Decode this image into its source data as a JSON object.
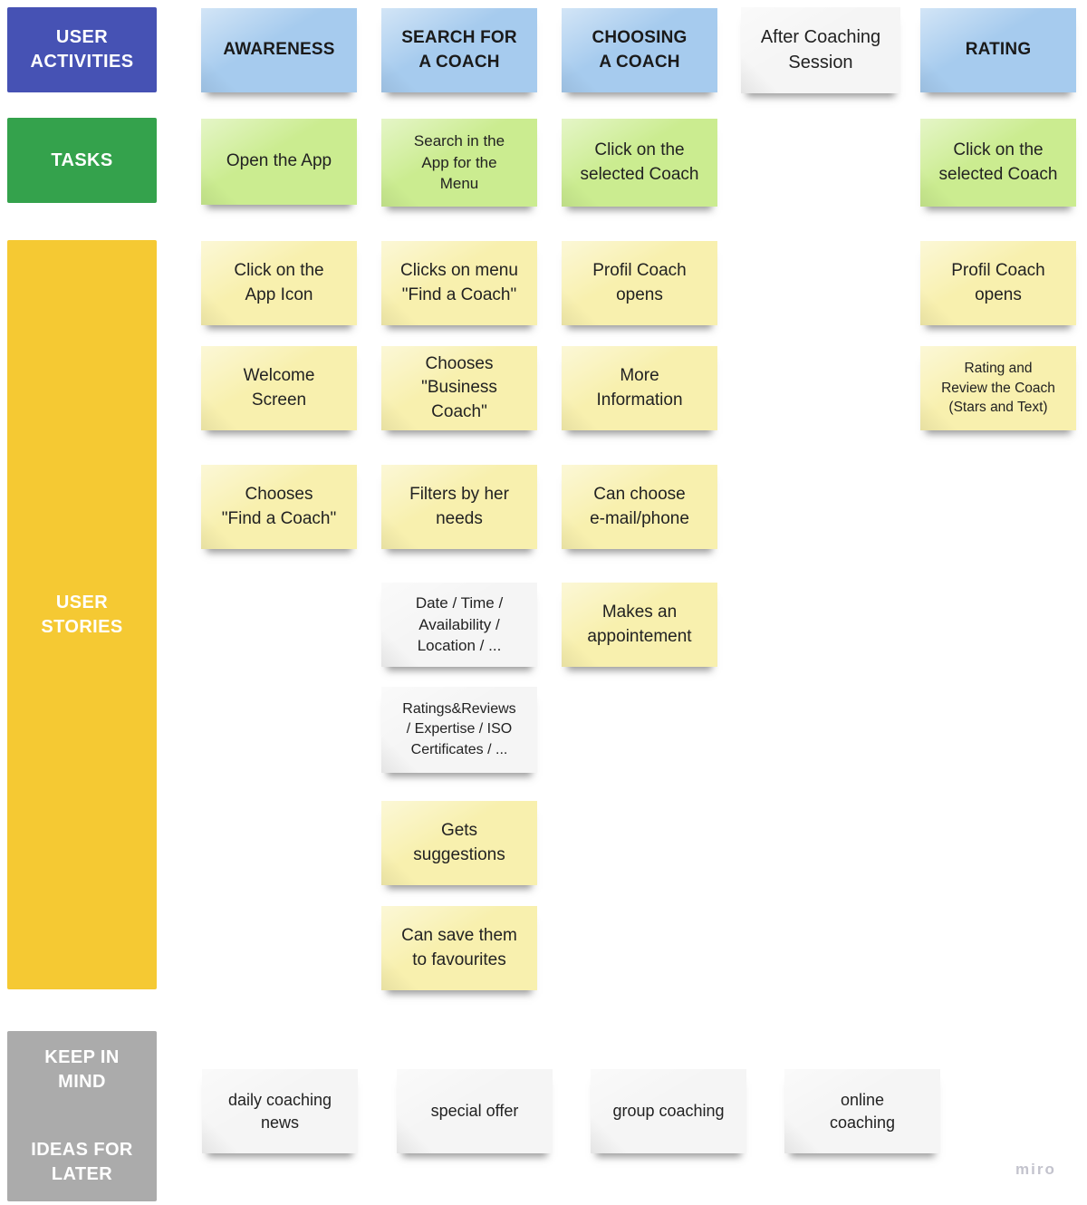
{
  "colors": {
    "header_indigo": "#4652B4",
    "header_green": "#34A24C",
    "header_yellow": "#F5C933",
    "header_gray": "#ABABAB",
    "note_blue": "#A6CBEE",
    "note_green": "#CBEC90",
    "note_yellow": "#F8F0AE",
    "note_white": "#F5F5F5",
    "note_text": "#222222",
    "header_text": "#FFFFFF",
    "watermark_gray": "#C3C3CD"
  },
  "headers": {
    "user_activities": "USER\nACTIVITIES",
    "tasks": "TASKS",
    "user_stories": "USER\nSTORIES",
    "keep_in_mind": "KEEP IN\nMIND",
    "ideas_for_later": "IDEAS FOR\nLATER"
  },
  "activities": {
    "awareness": "AWARENESS",
    "search": "SEARCH FOR\nA COACH",
    "choosing": "CHOOSING\nA COACH",
    "after_session": "After Coaching\nSession",
    "rating": "RATING"
  },
  "tasks": {
    "awareness": "Open the App",
    "search": "Search in the\nApp for the\nMenu",
    "choosing": "Click on the\nselected Coach",
    "rating": "Click on the\nselected Coach"
  },
  "stories": {
    "awareness": [
      "Click on the\nApp Icon",
      "Welcome\nScreen",
      "Chooses\n\"Find a Coach\""
    ],
    "search": [
      "Clicks on menu\n\"Find a Coach\"",
      "Chooses\n\"Business\nCoach\"",
      "Filters by her\nneeds",
      "Date / Time /\nAvailability /\nLocation / ...",
      "Ratings&Reviews\n/ Expertise / ISO\nCertificates / ...",
      "Gets\nsuggestions",
      "Can save them\nto favourites"
    ],
    "choosing": [
      "Profil Coach\nopens",
      "More\nInformation",
      "Can choose\ne-mail/phone",
      "Makes an\nappointement"
    ],
    "rating": [
      "Profil Coach\nopens",
      "Rating and\nReview the Coach\n(Stars and Text)"
    ]
  },
  "ideas": [
    "daily coaching\nnews",
    "special offer",
    "group coaching",
    "online\ncoaching"
  ],
  "watermark": "miro"
}
